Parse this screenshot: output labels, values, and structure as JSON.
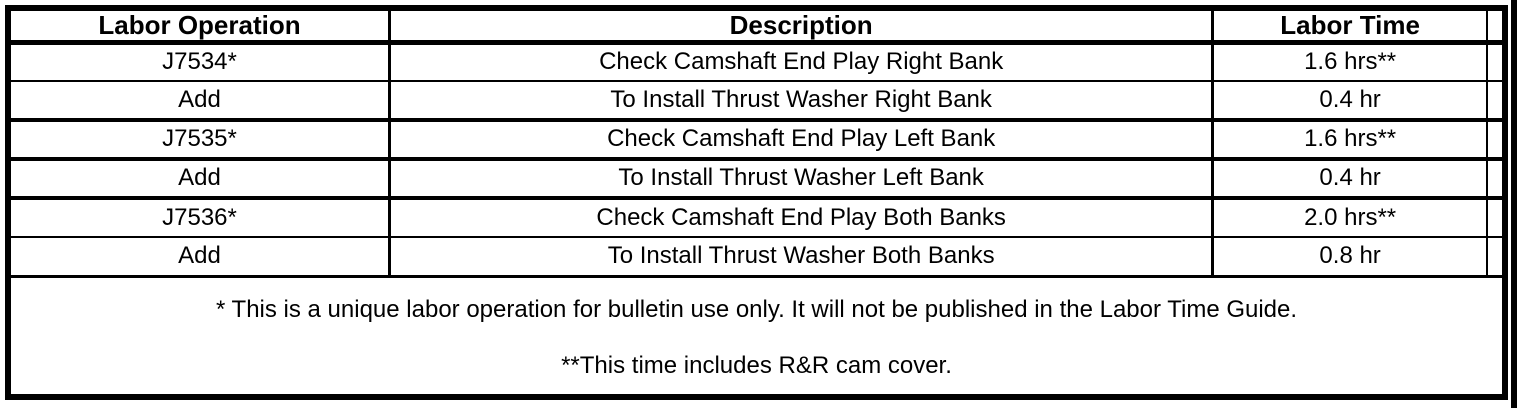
{
  "colors": {
    "border": "#000000",
    "text": "#000000",
    "background": "#ffffff"
  },
  "table": {
    "headers": {
      "labor_operation": "Labor Operation",
      "description": "Description",
      "labor_time": "Labor Time"
    },
    "rows": [
      {
        "labor_operation": "J7534*",
        "description": "Check Camshaft End Play Right Bank",
        "labor_time": "1.6 hrs**"
      },
      {
        "labor_operation": "Add",
        "description": "To Install Thrust Washer Right Bank",
        "labor_time": "0.4 hr"
      },
      {
        "labor_operation": "J7535*",
        "description": "Check Camshaft End Play Left Bank",
        "labor_time": "1.6 hrs**"
      },
      {
        "labor_operation": "Add",
        "description": "To Install Thrust Washer Left Bank",
        "labor_time": "0.4 hr"
      },
      {
        "labor_operation": "J7536*",
        "description": "Check Camshaft End Play Both Banks",
        "labor_time": "2.0 hrs**"
      },
      {
        "labor_operation": "Add",
        "description": "To Install Thrust Washer Both Banks",
        "labor_time": "0.8 hr"
      }
    ],
    "footnotes": {
      "asterisk": "* This is a unique labor operation for bulletin use only. It will not be published in the Labor Time Guide.",
      "double_asterisk": "**This time includes R&R cam cover."
    }
  }
}
